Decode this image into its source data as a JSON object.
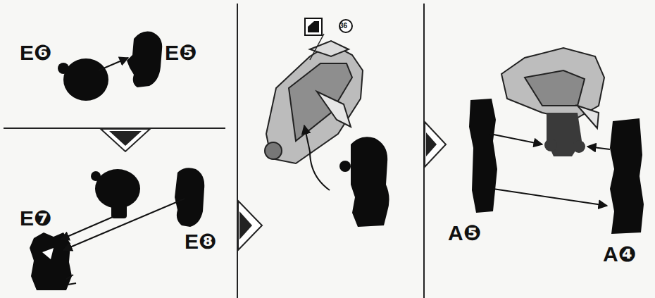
{
  "diagram": {
    "labels": [
      "E❻",
      "E❺",
      "E❼",
      "E❽",
      "36",
      "A❺",
      "A❹"
    ]
  }
}
